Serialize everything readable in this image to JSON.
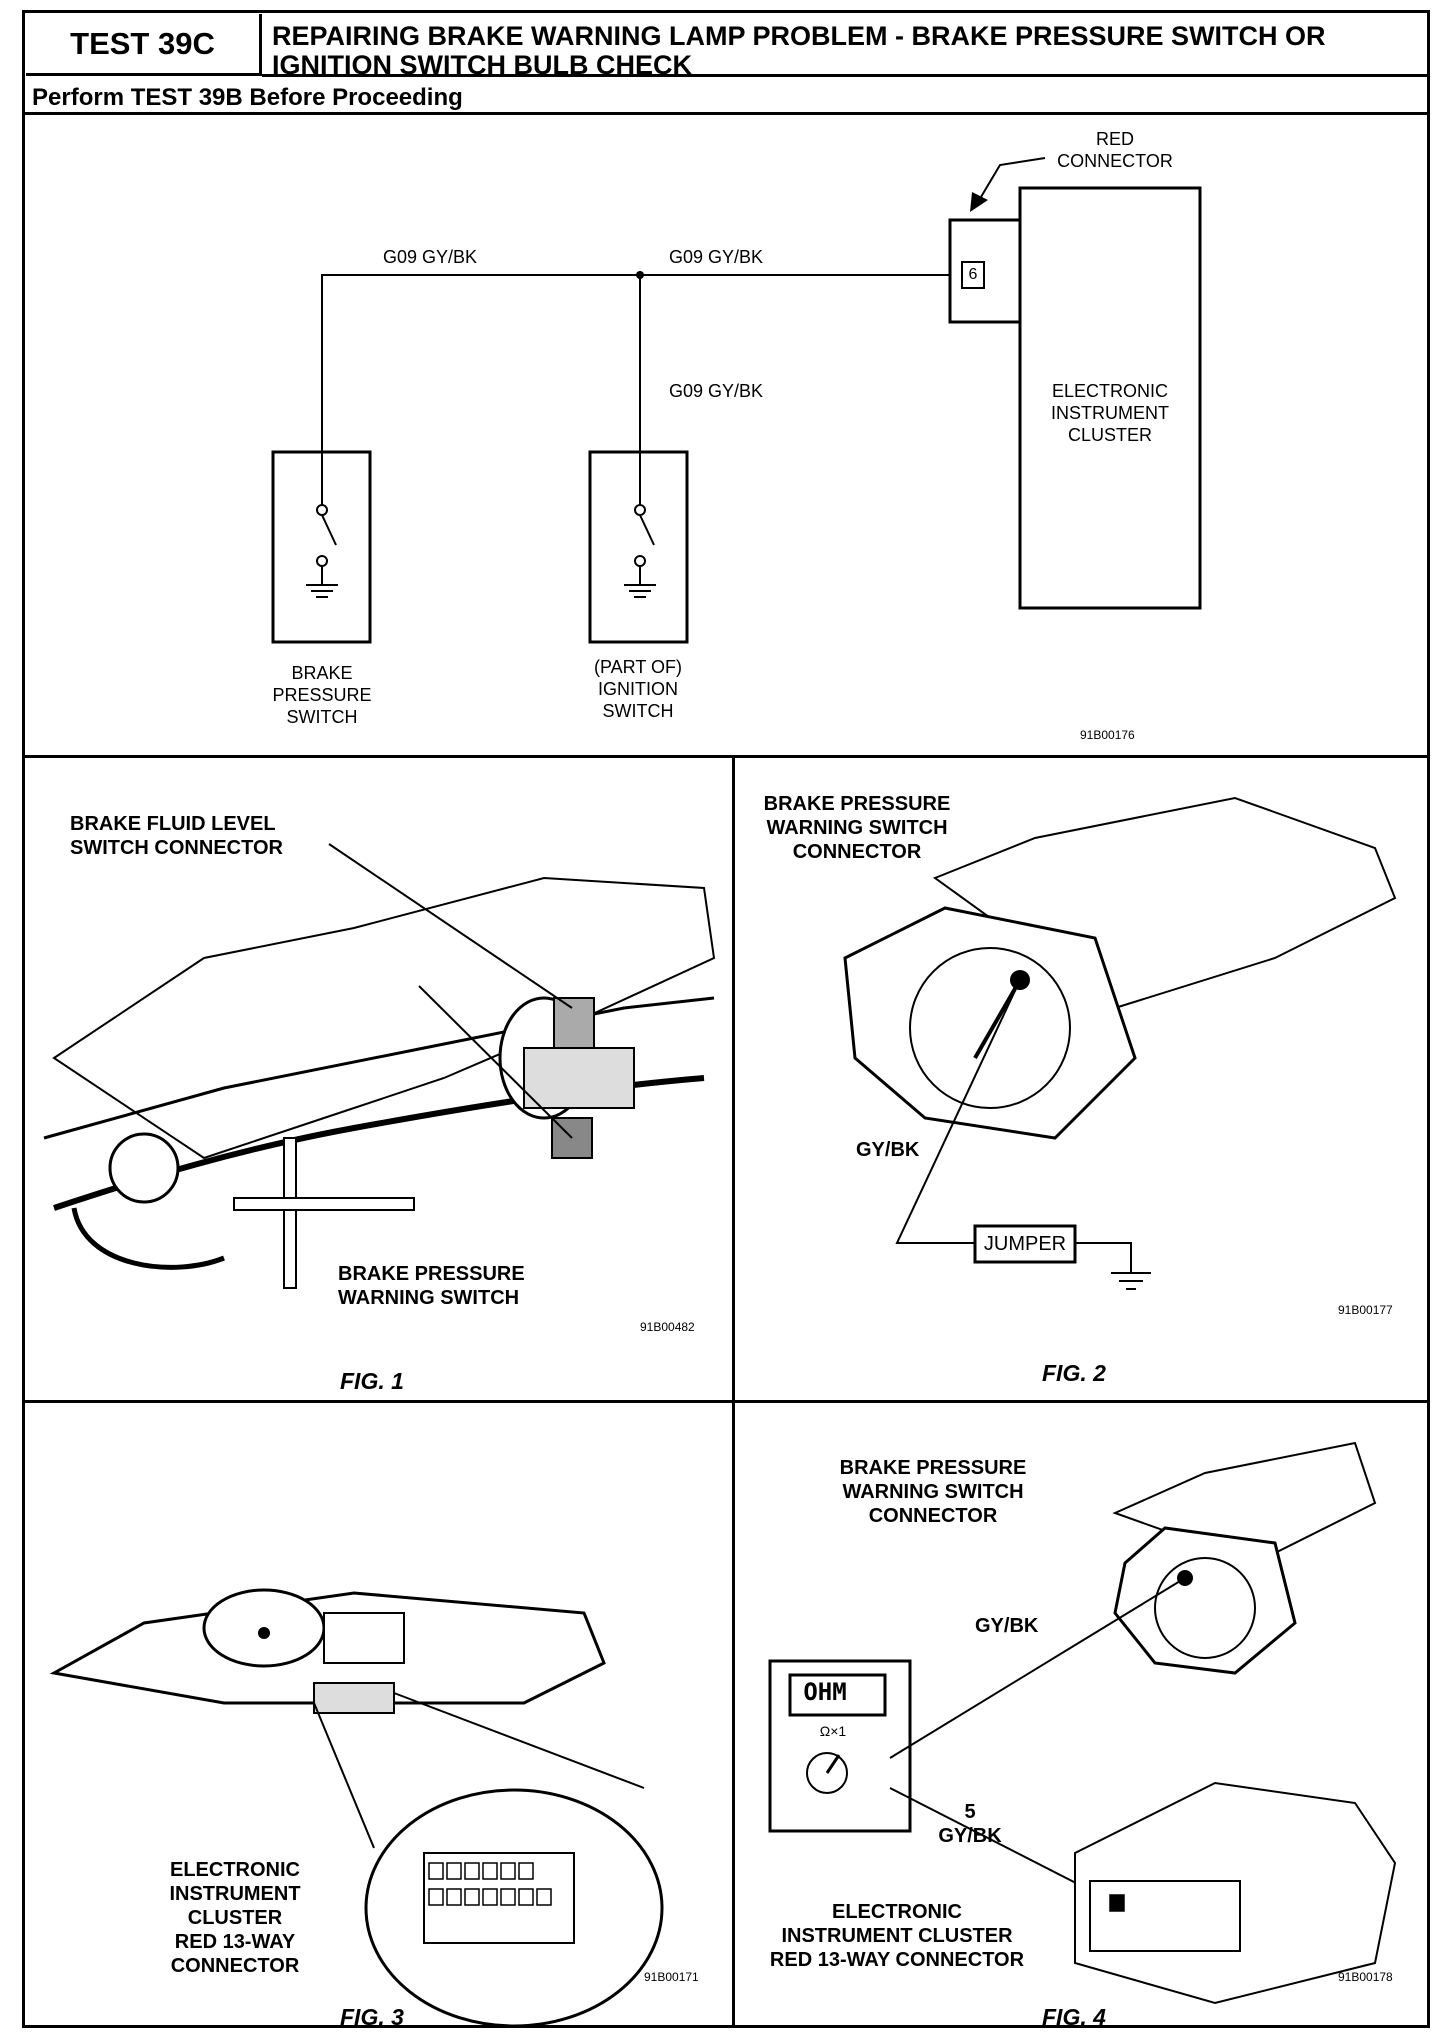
{
  "header": {
    "test_id": "TEST 39C",
    "title_line1": "REPAIRING BRAKE WARNING LAMP PROBLEM - BRAKE PRESSURE SWITCH OR",
    "title_line2": "IGNITION SWITCH BULB CHECK",
    "prerequisite": "Perform TEST 39B Before Proceeding"
  },
  "schematic": {
    "connector_label_line1": "RED",
    "connector_label_line2": "CONNECTOR",
    "pin": "6",
    "wire_left": "G09 GY/BK",
    "wire_right": "G09 GY/BK",
    "wire_vertical": "G09 GY/BK",
    "cluster_line1": "ELECTRONIC",
    "cluster_line2": "INSTRUMENT",
    "cluster_line3": "CLUSTER",
    "switch1_line1": "BRAKE",
    "switch1_line2": "PRESSURE",
    "switch1_line3": "SWITCH",
    "switch2_line1": "(PART OF)",
    "switch2_line2": "IGNITION",
    "switch2_line3": "SWITCH",
    "code": "91B00176"
  },
  "fig1": {
    "label_a_line1": "BRAKE FLUID LEVEL",
    "label_a_line2": "SWITCH CONNECTOR",
    "label_b_line1": "BRAKE PRESSURE",
    "label_b_line2": "WARNING SWITCH",
    "code": "91B00482",
    "caption": "FIG. 1"
  },
  "fig2": {
    "label_line1": "BRAKE PRESSURE",
    "label_line2": "WARNING SWITCH",
    "label_line3": "CONNECTOR",
    "wire": "GY/BK",
    "jumper": "JUMPER",
    "code": "91B00177",
    "caption": "FIG. 2"
  },
  "fig3": {
    "label_line1": "ELECTRONIC",
    "label_line2": "INSTRUMENT",
    "label_line3": "CLUSTER",
    "label_line4": "RED 13-WAY",
    "label_line5": "CONNECTOR",
    "code": "91B00171",
    "caption": "FIG. 3"
  },
  "fig4": {
    "label_line1": "BRAKE PRESSURE",
    "label_line2": "WARNING SWITCH",
    "label_line3": "CONNECTOR",
    "wire": "GY/BK",
    "meter_display": "OHM",
    "meter_scale": "Ω×1",
    "pin_line1": "5",
    "pin_line2": "GY/BK",
    "bottom_line1": "ELECTRONIC",
    "bottom_line2": "INSTRUMENT CLUSTER",
    "bottom_line3": "RED 13-WAY CONNECTOR",
    "code": "91B00178",
    "caption": "FIG. 4"
  }
}
